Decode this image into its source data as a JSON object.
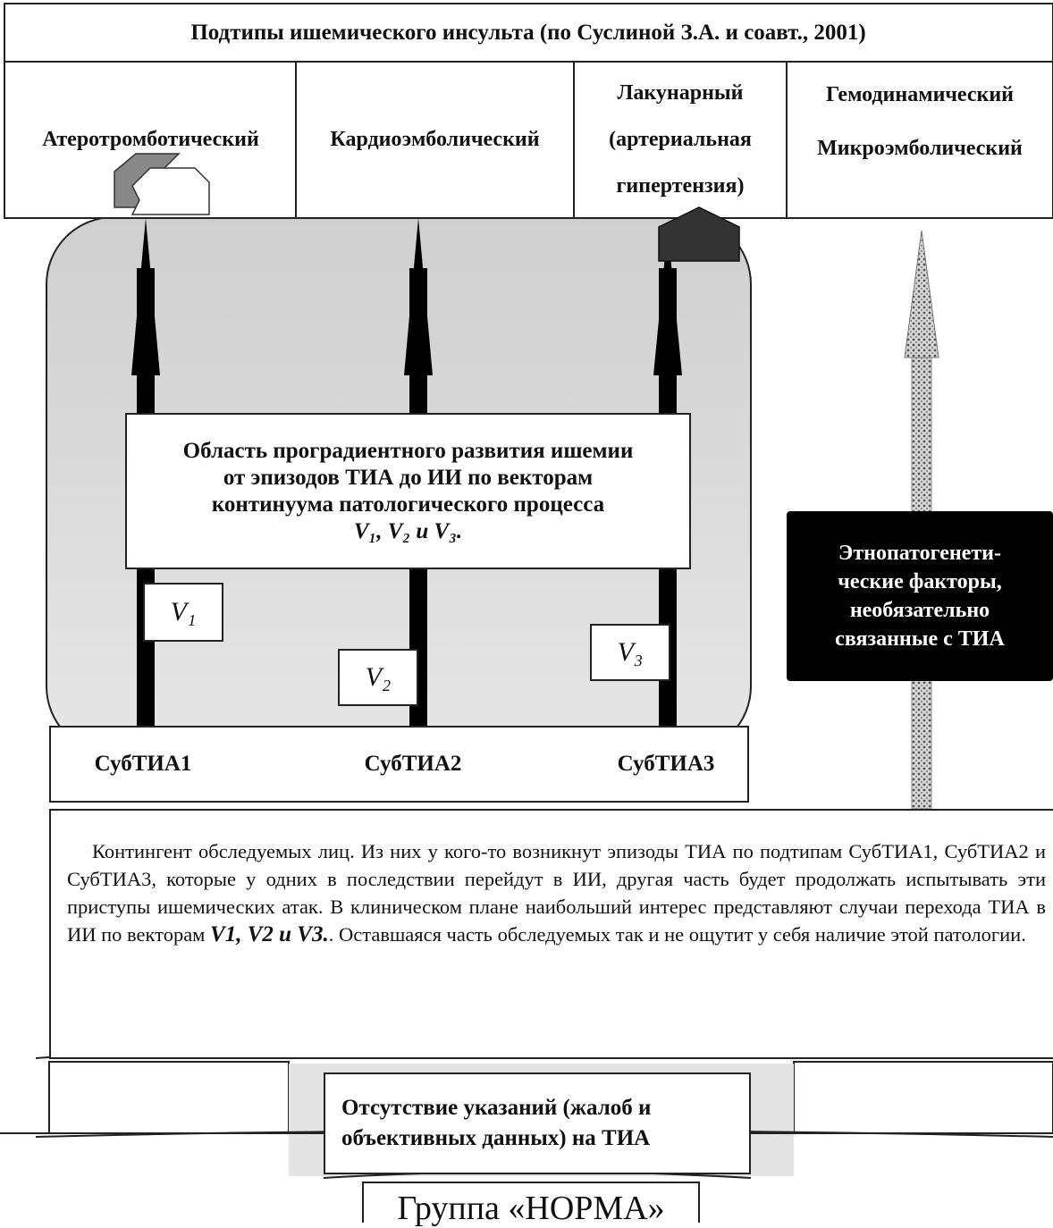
{
  "header": {
    "title": "Подтипы ишемического инсульта (по Суслиной З.А. и соавт., 2001)"
  },
  "subtypes": [
    {
      "lines": [
        "Атеротромботический"
      ]
    },
    {
      "lines": [
        "Кардиоэмболический"
      ]
    },
    {
      "lines": [
        "Лакунарный",
        "(артериальная",
        "гипертензия)"
      ]
    },
    {
      "lines": [
        "Гемодинамический",
        "Микроэмболический"
      ]
    }
  ],
  "region": {
    "lines": [
      "Область проградиентного развития ишемии",
      "от эпизодов ТИА до ИИ по векторам",
      "континуума патологического процесса"
    ],
    "vectors_line": "V₁, V₂ и V₃."
  },
  "vectors": [
    "V₁",
    "V₂",
    "V₃"
  ],
  "subtia": [
    "СубТИА1",
    "СубТИА2",
    "СубТИА3"
  ],
  "ethno": {
    "lines": [
      "Этнопатогенети-",
      "ческие факторы,",
      "необязательно",
      "связанные с ТИА"
    ]
  },
  "cohort": {
    "text_before": "Контингент обследуемых лиц. Из них у кого-то возникнут эпизоды ТИА по подтипам СубТИА1, СубТИА2 и СубТИА3, которые у одних в последствии перейдут в ИИ, другая часть будет продолжать испытывать эти приступы ишемических атак. В клиническом плане наибольший интерес представляют случаи перехода ТИА в ИИ по векторам ",
    "vectors_bold": "V1,  V2  и V3.",
    "text_after": ".  Оставшаяся часть обследуемых так и не ощутит у себя наличие этой патологии."
  },
  "absence": {
    "lines": [
      "Отсутствие указаний (жалоб и",
      "объективных данных) на ТИА"
    ]
  },
  "norm": {
    "label": "Группа «НОРМА»"
  }
}
